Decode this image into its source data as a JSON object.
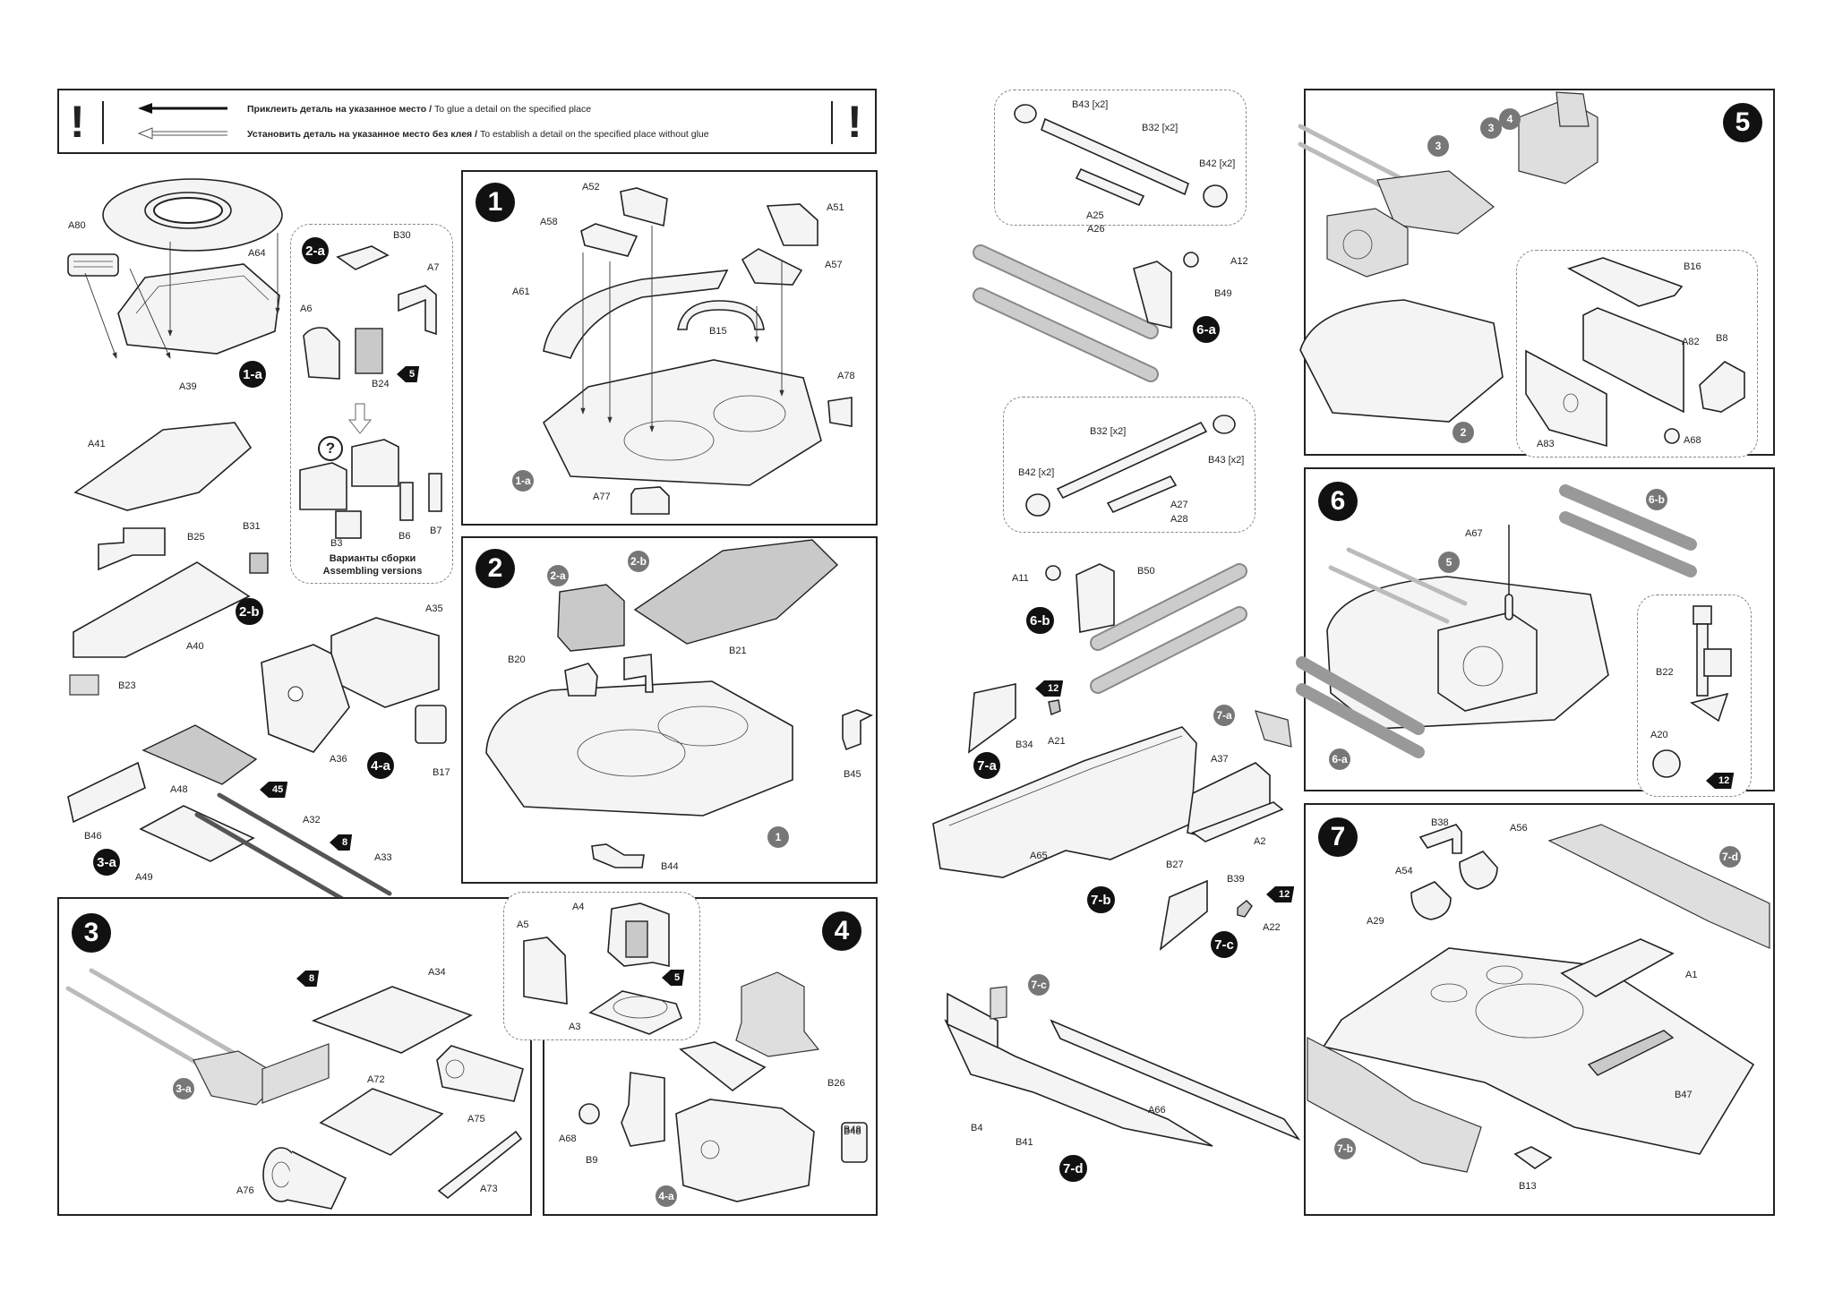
{
  "legend": {
    "glue_ru": "Приклеить деталь на указанное место /",
    "glue_en": " To glue a detail on the specified place",
    "noglue_ru": "Установить деталь на указанное место без клея /",
    "noglue_en": " To establish a detail on the specified place without glue",
    "exclamation": "!"
  },
  "steps": [
    {
      "id": "1",
      "parts": [
        "A52",
        "A58",
        "A51",
        "A57",
        "A61",
        "B15",
        "A78",
        "A77"
      ],
      "refs": [
        "1-a"
      ]
    },
    {
      "id": "2",
      "parts": [
        "B20",
        "B21",
        "B45",
        "B44"
      ],
      "refs": [
        "2-a",
        "2-b",
        "1"
      ]
    },
    {
      "id": "3",
      "parts": [
        "A34",
        "A72",
        "A75",
        "A73",
        "A76"
      ],
      "refs": [
        "3-a"
      ],
      "paint": [
        "8"
      ]
    },
    {
      "id": "4",
      "parts": [
        "A4",
        "A5",
        "A3",
        "B26",
        "A68",
        "B9",
        "B48"
      ],
      "refs": [
        "4-a"
      ],
      "paint": [
        "5"
      ]
    },
    {
      "id": "5",
      "parts": [
        "B16",
        "A82",
        "B8",
        "A83",
        "A68"
      ],
      "refs": [
        "3",
        "4",
        "2"
      ]
    },
    {
      "id": "6",
      "parts": [
        "A67",
        "B22",
        "A20"
      ],
      "refs": [
        "5",
        "6-b",
        "6-a"
      ],
      "paint": [
        "12"
      ]
    },
    {
      "id": "7",
      "parts": [
        "B38",
        "A56",
        "A54",
        "A29",
        "A1",
        "B47",
        "B13"
      ],
      "refs": [
        "7-d",
        "7-b"
      ]
    }
  ],
  "substeps": {
    "1a": {
      "id": "1-a",
      "parts": [
        "A80",
        "A64",
        "A39"
      ]
    },
    "2a": {
      "id": "2-a",
      "parts": [
        "B30",
        "A7",
        "A6",
        "B24"
      ],
      "paint": [
        "5"
      ],
      "variants_ru": "Варианты сборки",
      "variants_en": "Assembling versions",
      "variant_parts": [
        "B3",
        "B6",
        "B7"
      ],
      "question": "?"
    },
    "2b": {
      "id": "2-b",
      "parts": [
        "A41",
        "B25",
        "B31",
        "A40",
        "B23"
      ]
    },
    "3a": {
      "id": "3-a",
      "parts": [
        "A48",
        "B46",
        "A49",
        "A32",
        "A33"
      ],
      "paint": [
        "45",
        "8"
      ]
    },
    "4a": {
      "id": "4-a",
      "parts": [
        "A35",
        "A36",
        "B17"
      ]
    },
    "6a": {
      "id": "6-a",
      "parts": [
        "B43 [x2]",
        "B32 [x2]",
        "B42 [x2]",
        "A25",
        "A26",
        "A12",
        "B49"
      ]
    },
    "6b": {
      "id": "6-b",
      "parts": [
        "B32 [x2]",
        "B43 [x2]",
        "B42 [x2]",
        "A27",
        "A28",
        "A11",
        "B50"
      ]
    },
    "7a": {
      "id": "7-a",
      "parts": [
        "B34",
        "A21"
      ],
      "paint": [
        "12"
      ]
    },
    "7b": {
      "id": "7-b",
      "parts": [
        "A37",
        "A2",
        "A65",
        "B27"
      ],
      "refs": [
        "7-a"
      ]
    },
    "7c": {
      "id": "7-c",
      "parts": [
        "B39",
        "A22"
      ],
      "paint": [
        "12"
      ]
    },
    "7d": {
      "id": "7-d",
      "parts": [
        "B4",
        "B41",
        "A66"
      ],
      "refs": [
        "7-c"
      ]
    }
  }
}
